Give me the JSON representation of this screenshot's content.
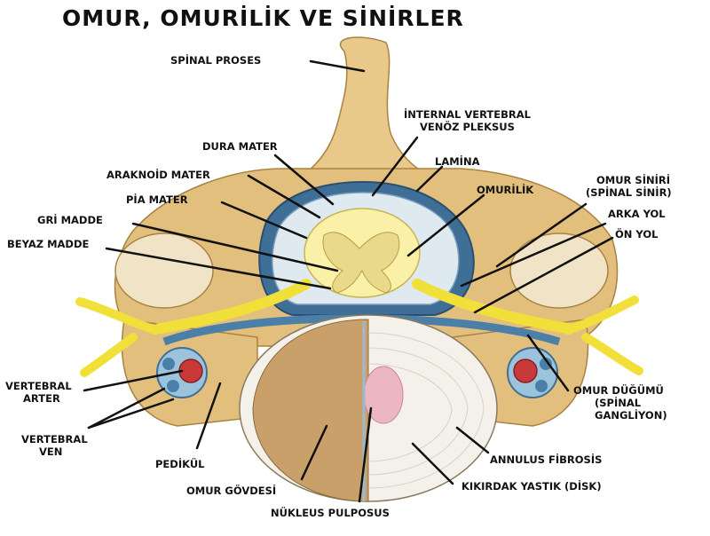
{
  "title": "OMUR, OMURİLİK VE SİNİRLER",
  "labels": {
    "spinal_proses": "SPİNAL PROSES",
    "internal_venous_1": "İNTERNAL VERTEBRAL",
    "internal_venous_2": "VENÖZ PLEKSUS",
    "lamina": "LAMİNA",
    "dura_mater": "DURA MATER",
    "araknoid_mater": "ARAKNOİD MATER",
    "pia_mater": "PİA MATER",
    "gri_madde": "GRİ MADDE",
    "beyaz_madde": "BEYAZ MADDE",
    "omurilik": "OMURİLİK",
    "omur_siniri_1": "OMUR SİNİRİ",
    "omur_siniri_2": "(SPİNAL SİNİR)",
    "arka_yol": "ARKA YOL",
    "on_yol": "ÖN YOL",
    "vertebral_arter_1": "VERTEBRAL",
    "vertebral_arter_2": "ARTER",
    "vertebral_ven_1": "VERTEBRAL",
    "vertebral_ven_2": "VEN",
    "pedikul": "PEDİKÜL",
    "omur_govdesi": "OMUR GÖVDESİ",
    "nukleus": "NÜKLEUS PULPOSUS",
    "kikirdak": "KIKIRDAK YASTIK (DİSK)",
    "annulus": "ANNULUS FİBROSİS",
    "omur_dugumu_1": "OMUR DÜĞÜMÜ",
    "omur_dugumu_2": "(SPİNAL",
    "omur_dugumu_3": "GANGLİYON)"
  },
  "colors": {
    "bone": "#e8c98a",
    "bone_dark": "#c9a25a",
    "nerve": "#f2e03a",
    "cord": "#fbf0a8",
    "vein": "#4a7fa8",
    "artery": "#c83a3a",
    "disc": "#f4f1ea",
    "body": "#c9a06a"
  }
}
